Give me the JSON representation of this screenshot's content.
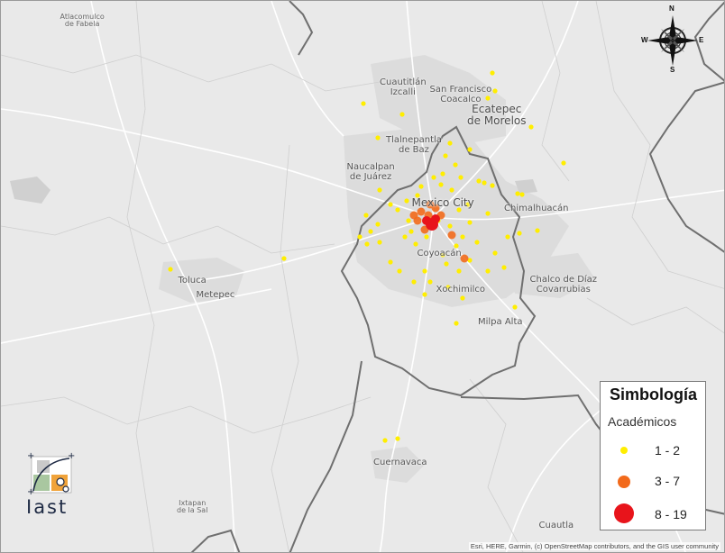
{
  "places": [
    {
      "name": "atlacomulco",
      "text": "Atlacomulco\nde Fabela",
      "size": "small"
    },
    {
      "name": "cuautitlan-izcalli",
      "text": "Cuautitlán\nIzcalli",
      "size": "med"
    },
    {
      "name": "san-francisco-coacalco",
      "text": "San Francisco\nCoacalco",
      "size": "med"
    },
    {
      "name": "ecatepec",
      "text": "Ecatepec\nde Morelos",
      "size": "big"
    },
    {
      "name": "tlalnepantla",
      "text": "Tlalnepantla\nde Baz",
      "size": "med"
    },
    {
      "name": "naucalpan",
      "text": "Naucalpan\nde Juárez",
      "size": "med"
    },
    {
      "name": "mexico-city",
      "text": "Mexico City",
      "size": "big"
    },
    {
      "name": "chimalhuacan",
      "text": "Chimalhuacán",
      "size": "med"
    },
    {
      "name": "coyoacan",
      "text": "Coyoacán",
      "size": "med"
    },
    {
      "name": "chalco",
      "text": "Chalco de Díaz\nCovarrubias",
      "size": "med"
    },
    {
      "name": "toluca",
      "text": "Toluca",
      "size": "med"
    },
    {
      "name": "metepec",
      "text": "Metepec",
      "size": "med"
    },
    {
      "name": "xochimilco",
      "text": "Xochimilco",
      "size": "med"
    },
    {
      "name": "milpa-alta",
      "text": "Milpa Alta",
      "size": "med"
    },
    {
      "name": "cuernavaca",
      "text": "Cuernavaca",
      "size": "med"
    },
    {
      "name": "ixtapan",
      "text": "Ixtapan\nde la Sal",
      "size": "small"
    },
    {
      "name": "cuautla",
      "text": "Cuautla",
      "size": "med"
    }
  ],
  "compass": {
    "n": "N",
    "s": "S",
    "e": "E",
    "w": "W"
  },
  "legend": {
    "title": "Simbología",
    "subtitle": "Académicos",
    "classes": [
      {
        "label": "1 - 2",
        "color": "#ffee00"
      },
      {
        "label": "3 - 7",
        "color": "#f26a1b"
      },
      {
        "label": "8 - 19",
        "color": "#e8141b"
      }
    ]
  },
  "logo": {
    "text": "Iast"
  },
  "attribution": "Esri, HERE, Garmin, (c) OpenStreetMap contributors, and the GIS user community",
  "colors": {
    "background": "#e9e9e9",
    "urban": "#d9d9d9",
    "boundary": "#6f6f6f",
    "roads": "#ffffff"
  }
}
